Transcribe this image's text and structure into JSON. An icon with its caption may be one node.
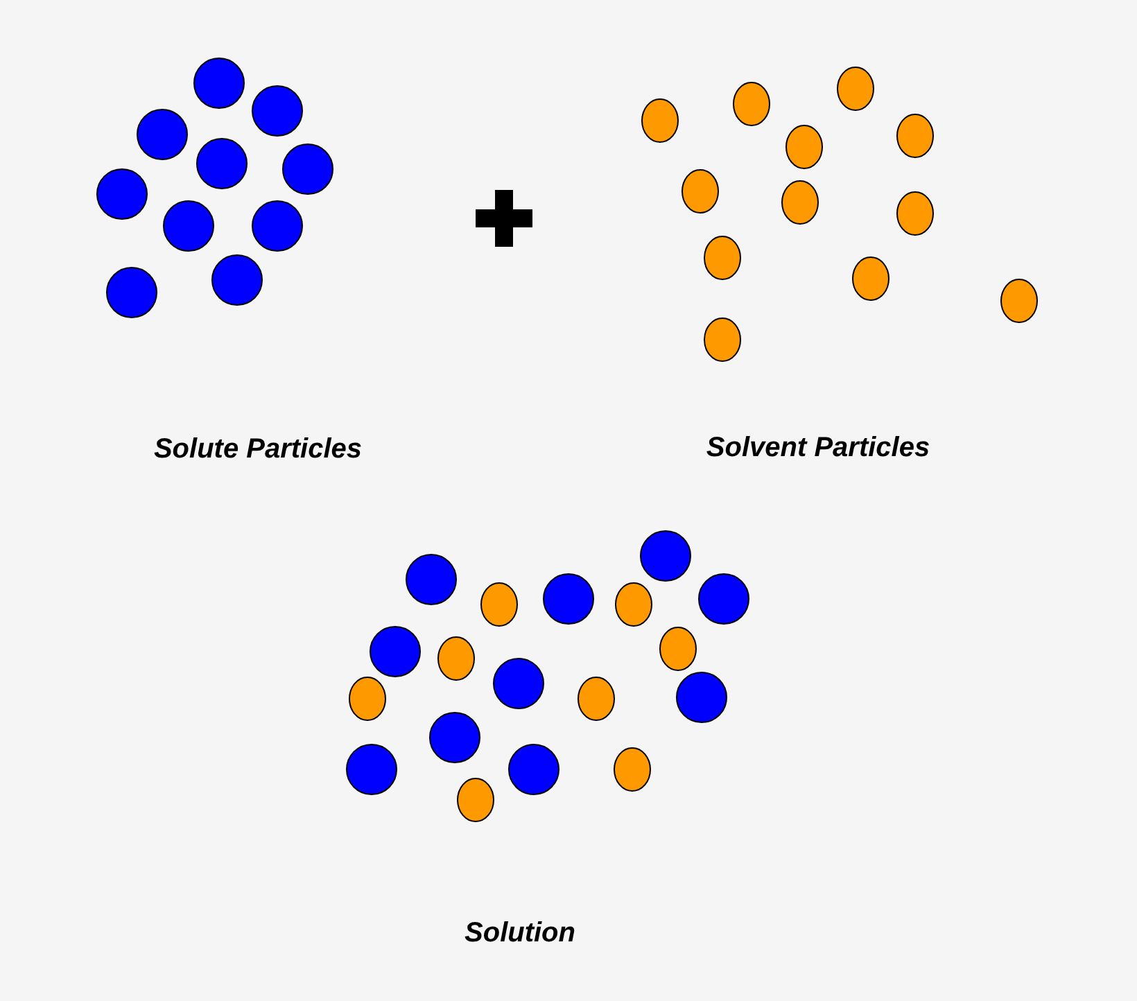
{
  "diagram": {
    "labels": [
      "Solute Particles",
      "Solvent Particles",
      "Solution"
    ]
  }
}
